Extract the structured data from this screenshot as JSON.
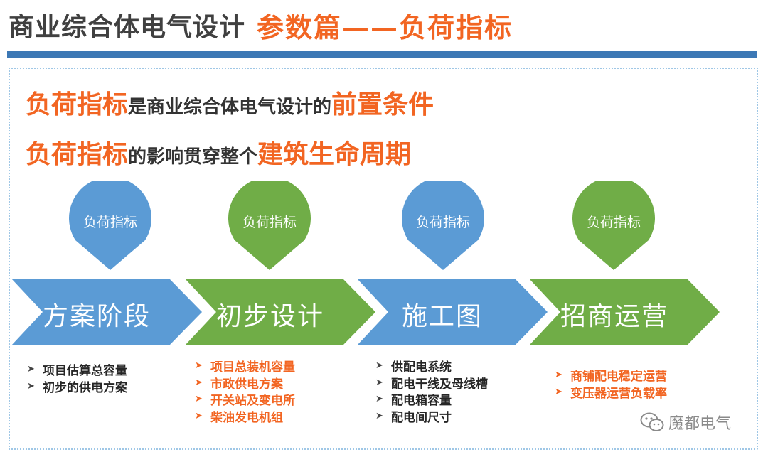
{
  "title": {
    "main": "商业综合体电气设计",
    "accent": "参数篇——负荷指标"
  },
  "headline1": {
    "part1": "负荷指标",
    "part2": "是商业综合体电气设计的",
    "part3": "前置条件"
  },
  "headline2": {
    "part1": "负荷指标",
    "part2": "的影响贯穿整个",
    "part3": "建筑生命周期"
  },
  "colors": {
    "blue": "#5b9bd5",
    "green": "#70ad47",
    "orange": "#f26522",
    "rule": "#3c78b5"
  },
  "stages": [
    {
      "pin_label": "负荷指标",
      "name": "方案阶段",
      "color": "blue",
      "bullet_style": "dark",
      "bullets": [
        "项目估算总容量",
        "初步的供电方案"
      ]
    },
    {
      "pin_label": "负荷指标",
      "name": "初步设计",
      "color": "green",
      "bullet_style": "orange",
      "bullets": [
        "项目总装机容量",
        "市政供电方案",
        "开关站及变电所",
        "柴油发电机组"
      ]
    },
    {
      "pin_label": "负荷指标",
      "name": "施工图",
      "color": "blue",
      "bullet_style": "dark",
      "bullets": [
        "供配电系统",
        "配电干线及母线槽",
        "配电箱容量",
        "配电间尺寸"
      ]
    },
    {
      "pin_label": "负荷指标",
      "name": "招商运营",
      "color": "green",
      "bullet_style": "orange",
      "bullets": [
        "商铺配电稳定运营",
        "变压器运营负载率"
      ]
    }
  ],
  "watermark": {
    "icon": "wechat-icon",
    "text": "魔都电气"
  }
}
